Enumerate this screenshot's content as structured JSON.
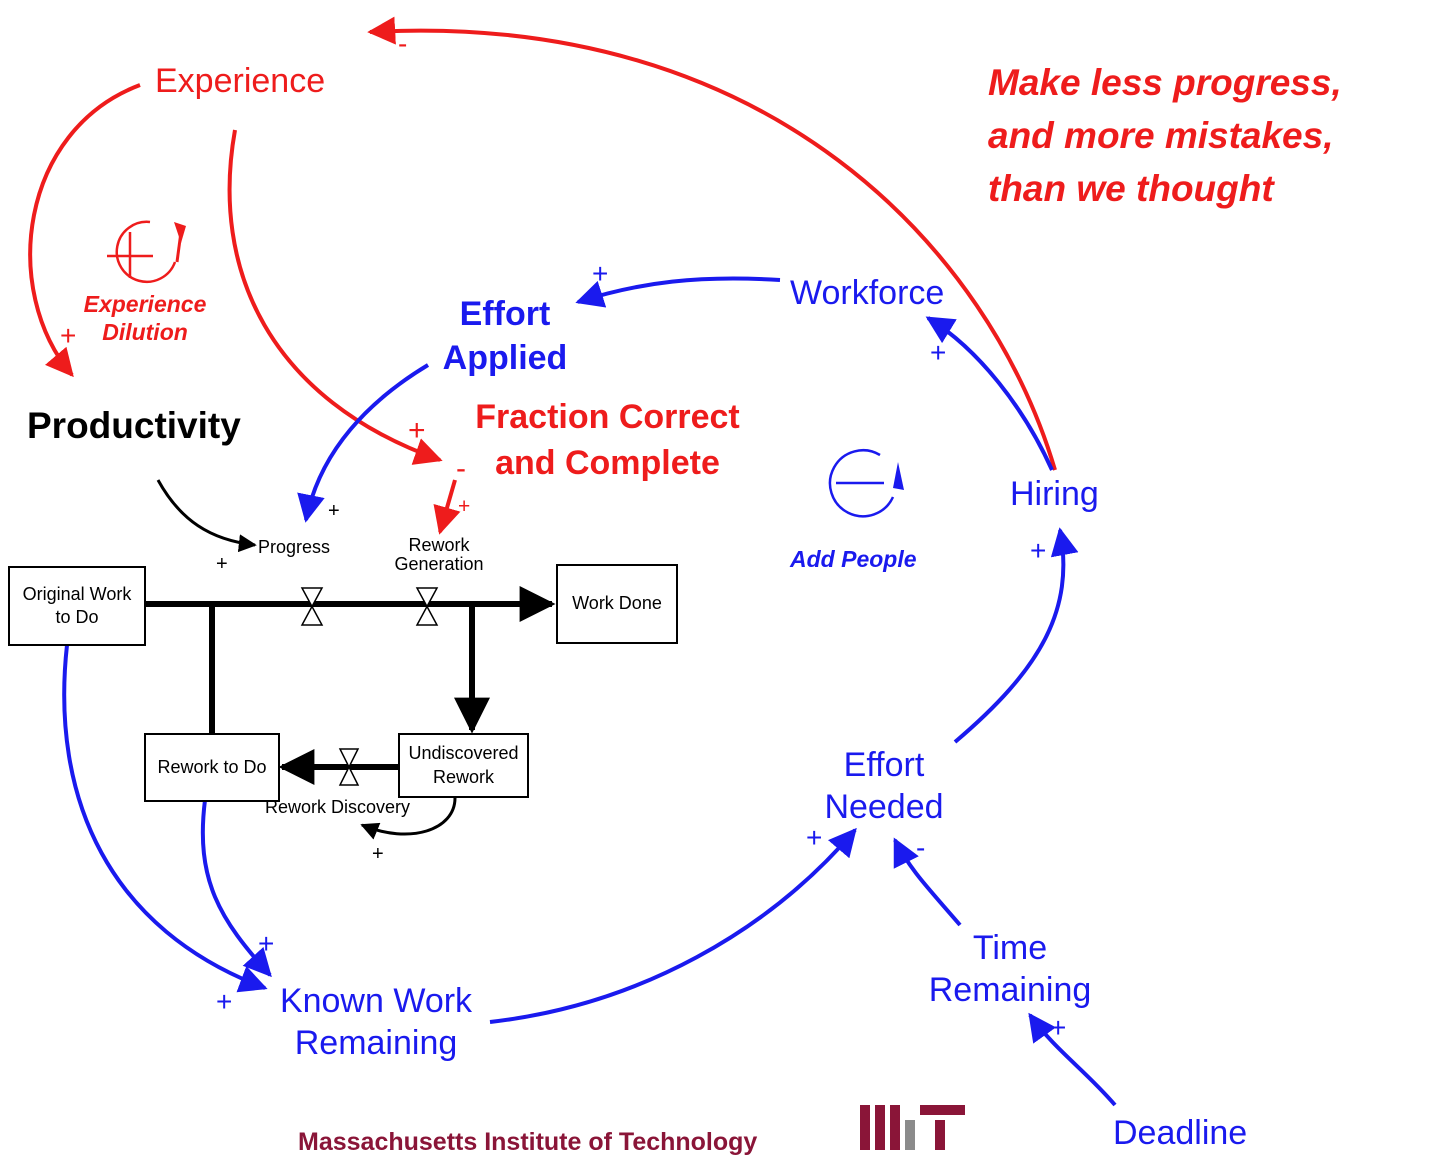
{
  "callout": {
    "line1": "Make less progress,",
    "line2": "and more mistakes,",
    "line3": "than we thought"
  },
  "variables": {
    "experience": "Experience",
    "productivity": "Productivity",
    "effort_applied_1": "Effort",
    "effort_applied_2": "Applied",
    "fraction_correct_1": "Fraction Correct",
    "fraction_correct_2": "and Complete",
    "workforce": "Workforce",
    "hiring": "Hiring",
    "effort_needed_1": "Effort",
    "effort_needed_2": "Needed",
    "time_remaining_1": "Time",
    "time_remaining_2": "Remaining",
    "deadline": "Deadline",
    "known_work_1": "Known Work",
    "known_work_2": "Remaining"
  },
  "loops": {
    "experience_dilution_1": "Experience",
    "experience_dilution_2": "Dilution",
    "add_people": "Add People"
  },
  "stocks": {
    "original_work_1": "Original Work",
    "original_work_2": "to Do",
    "work_done": "Work Done",
    "rework_to_do": "Rework to Do",
    "undiscovered_1": "Undiscovered",
    "undiscovered_2": "Rework"
  },
  "flows": {
    "progress": "Progress",
    "rework_generation_1": "Rework",
    "rework_generation_2": "Generation",
    "rework_discovery": "Rework Discovery"
  },
  "polarity": {
    "plus": "+",
    "minus": "-"
  },
  "footer": {
    "institution": "Massachusetts Institute of Technology"
  },
  "colors": {
    "red": "#ee1c1c",
    "blue": "#1a1aee",
    "black": "#000000",
    "mit_maroon": "#8a1538",
    "mit_gray": "#8b8b8b"
  }
}
